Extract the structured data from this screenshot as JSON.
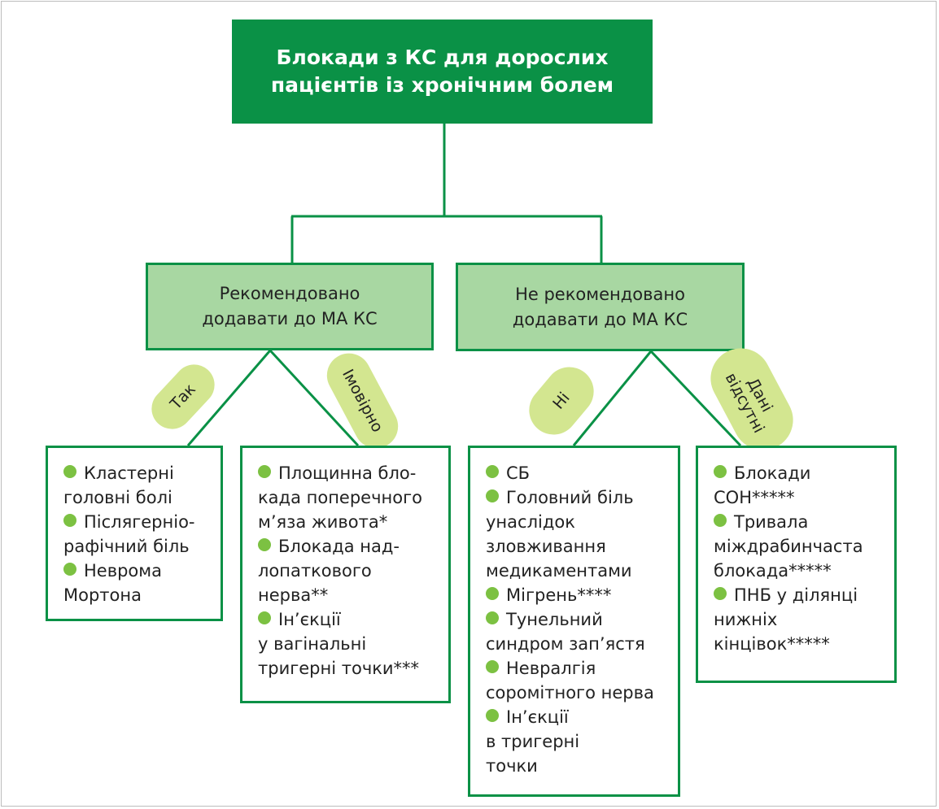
{
  "root": {
    "line1": "Блокади з КС для дорослих",
    "line2": "пацієнтів із хронічним болем"
  },
  "recommended": {
    "line1": "Рекомендовано",
    "line2": "додавати до МА КС"
  },
  "not_recommended": {
    "line1": "Не рекомендовано",
    "line2": "додавати до МА КС"
  },
  "labels": {
    "yes": "Так",
    "probably": "Імовірно",
    "no": "Ні",
    "no_data_line1": "Дані",
    "no_data_line2": "відсутні"
  },
  "leaves": {
    "yes": [
      "Кластерні\nголовні болі",
      "Післягерніо-\nрафічний біль",
      "Неврома\nМортона"
    ],
    "probably": [
      "Площинна бло-\nкада поперечного\nм’яза живота*",
      "Блокада над-\nлопаткового\nнерва**",
      "Ін’єкції\nу вагінальні\nтригерні точки***"
    ],
    "no": [
      "СБ",
      "Головний біль\nунаслідок\nзловживання\nмедикаментами",
      "Мігрень****",
      "Тунельний\nсиндром зап’ястя",
      "Невралгія\nсоромітного нерва",
      "Ін’єкції\nв тригерні\nточки"
    ],
    "no_data": [
      "Блокади\nСОН*****",
      "Тривала\nміждрабинчаста\nблокада*****",
      "ПНБ у ділянці\nнижніх\nкінцівок*****"
    ]
  },
  "colors": {
    "dark_green": "#0a9146",
    "light_green": "#a8d7a2",
    "bullet": "#7cc142",
    "pill": "#d3e690"
  }
}
